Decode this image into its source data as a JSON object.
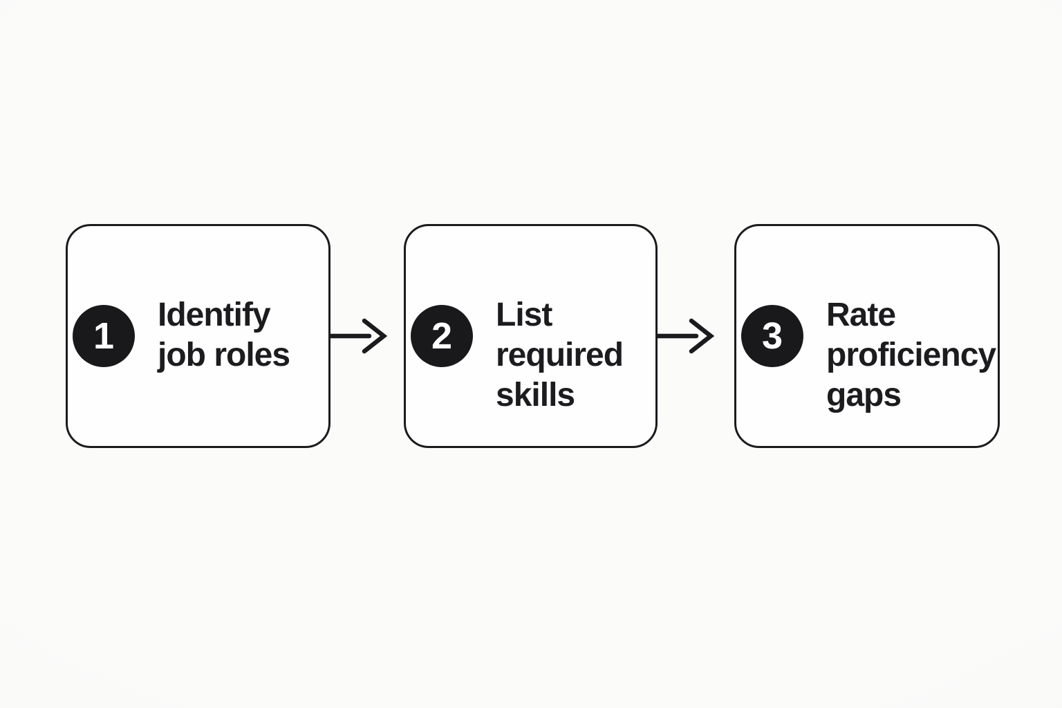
{
  "diagram": {
    "type": "process-flow",
    "colors": {
      "page_bg": "#f7f7f5",
      "box_bg": "#fefefe",
      "border": "#1b1b1e",
      "text": "#1c1c1f",
      "circle_bg": "#19191c",
      "circle_text": "#ffffff",
      "arrow": "#1b1b1e"
    },
    "steps": [
      {
        "number": "1",
        "label": "Identify job roles",
        "lines": [
          "Identify",
          "job roles"
        ]
      },
      {
        "number": "2",
        "label": "List required skills",
        "lines": [
          "List",
          "required",
          "skills"
        ]
      },
      {
        "number": "3",
        "label": "Rate proficiency gaps",
        "lines": [
          "Rate",
          "proficiency",
          "gaps"
        ]
      }
    ],
    "connections": [
      {
        "from": "1",
        "to": "2",
        "style": "arrow-right"
      },
      {
        "from": "2",
        "to": "3",
        "style": "arrow-right"
      }
    ]
  }
}
